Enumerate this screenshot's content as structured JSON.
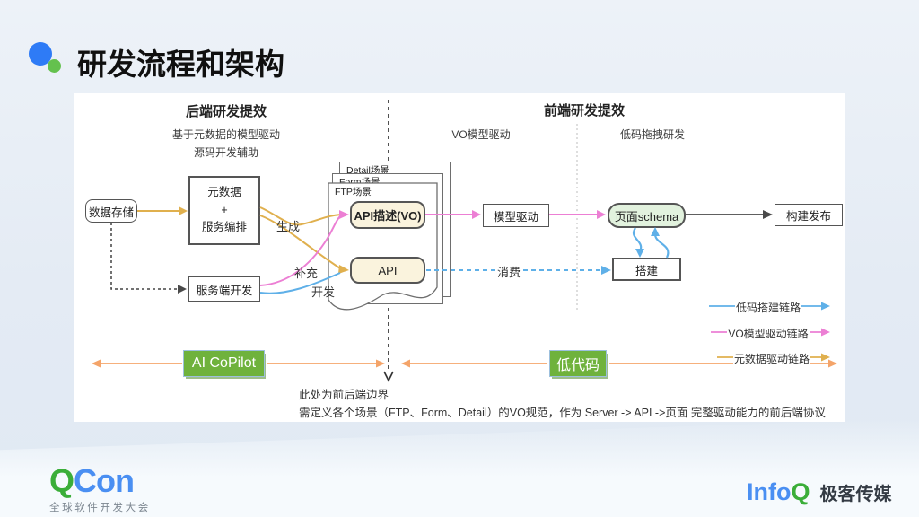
{
  "title": "研发流程和架构",
  "sections": {
    "backend": {
      "title": "后端研发提效",
      "line1": "基于元数据的模型驱动",
      "line2": "源码开发辅助"
    },
    "frontend": {
      "title": "前端研发提效",
      "left": "VO模型驱动",
      "right": "低码拖拽研发"
    }
  },
  "nodes": {
    "data_store": "数据存储",
    "metadata_l1": "元数据",
    "metadata_l2": "+",
    "metadata_l3": "服务编排",
    "server_dev": "服务端开发",
    "api_desc": "API描述(VO)",
    "api": "API",
    "model_driven": "模型驱动",
    "page_schema": "页面schema",
    "assemble": "搭建",
    "build_publish": "构建发布"
  },
  "cards": {
    "detail": "Detail场景",
    "form": "Form场景",
    "ftp": "FTP场景"
  },
  "edges": {
    "generate": "生成",
    "supplement": "补充",
    "develop": "开发",
    "consume": "消费"
  },
  "badges": {
    "ai_copilot": "AI CoPilot",
    "low_code": "低代码"
  },
  "legend": [
    {
      "label": "低码搭建链路",
      "color": "#5fb0e8"
    },
    {
      "label": "VO模型驱动链路",
      "color": "#ec7fd4"
    },
    {
      "label": "元数据驱动链路",
      "color": "#e0b04e"
    }
  ],
  "notes": {
    "line1": "此处为前后端边界",
    "line2": "需定义各个场景（FTP、Form、Detail）的VO规范，作为 Server -> API ->页面 完整驱动能力的前后端协议"
  },
  "footer": {
    "qcon_q": "Q",
    "qcon_rest": "Con",
    "qcon_sub": "全球软件开发大会",
    "infoq_info": "Info",
    "infoq_q": "Q",
    "infoq_media": "极客传媒"
  },
  "colors": {
    "yellow": "#e0b04e",
    "pink": "#ec7fd4",
    "blue": "#5fb0e8",
    "orange": "#f4a469",
    "dark": "#4a4a4a",
    "badge-green": "#6fb23c",
    "cream": "#faf3dd",
    "light-green": "#e2f2de"
  }
}
